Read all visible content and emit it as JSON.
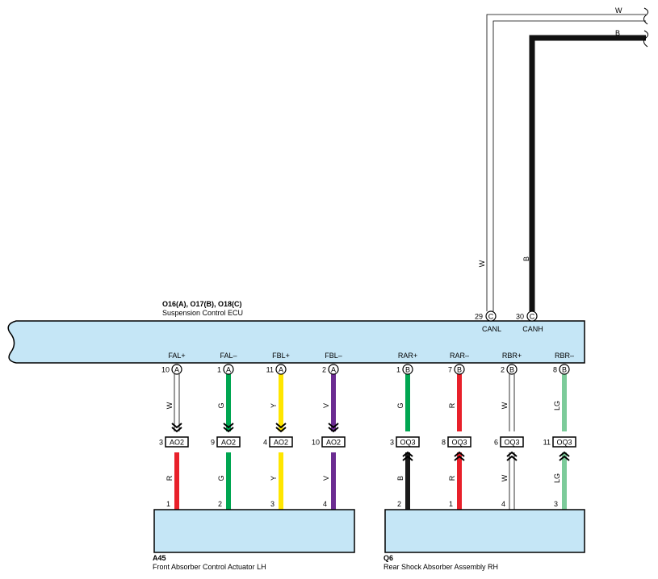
{
  "ecu": {
    "connector_codes": "O16(A), O17(B), O18(C)",
    "name": "Suspension Control ECU",
    "pins_bottom": [
      {
        "label": "FAL+",
        "pin": "10",
        "conn": "A"
      },
      {
        "label": "FAL–",
        "pin": "1",
        "conn": "A"
      },
      {
        "label": "FBL+",
        "pin": "11",
        "conn": "A"
      },
      {
        "label": "FBL–",
        "pin": "2",
        "conn": "A"
      },
      {
        "label": "RAR+",
        "pin": "1",
        "conn": "B"
      },
      {
        "label": "RAR–",
        "pin": "7",
        "conn": "B"
      },
      {
        "label": "RBR+",
        "pin": "2",
        "conn": "B"
      },
      {
        "label": "RBR–",
        "pin": "8",
        "conn": "B"
      }
    ],
    "pins_top": [
      {
        "label": "CANL",
        "pin": "29",
        "conn": "C",
        "wire": "W"
      },
      {
        "label": "CANH",
        "pin": "30",
        "conn": "C",
        "wire": "B"
      }
    ]
  },
  "top_wires": [
    {
      "color_label": "W"
    },
    {
      "color_label": "B"
    }
  ],
  "upper_wires": [
    {
      "color_label": "W",
      "color": "#ffffff"
    },
    {
      "color_label": "G",
      "color": "#00a651"
    },
    {
      "color_label": "Y",
      "color": "#ffe600"
    },
    {
      "color_label": "V",
      "color": "#6b2c91"
    },
    {
      "color_label": "G",
      "color": "#00a651"
    },
    {
      "color_label": "R",
      "color": "#e8202a"
    },
    {
      "color_label": "W",
      "color": "#ffffff"
    },
    {
      "color_label": "LG",
      "color": "#7ccb9a"
    }
  ],
  "junctions": [
    {
      "code": "AO2",
      "pin": "3"
    },
    {
      "code": "AO2",
      "pin": "9"
    },
    {
      "code": "AO2",
      "pin": "4"
    },
    {
      "code": "AO2",
      "pin": "10"
    },
    {
      "code": "OQ3",
      "pin": "3"
    },
    {
      "code": "OQ3",
      "pin": "8"
    },
    {
      "code": "OQ3",
      "pin": "6"
    },
    {
      "code": "OQ3",
      "pin": "11"
    }
  ],
  "lower_wires": [
    {
      "color_label": "R",
      "color": "#e8202a"
    },
    {
      "color_label": "G",
      "color": "#00a651"
    },
    {
      "color_label": "Y",
      "color": "#ffe600"
    },
    {
      "color_label": "V",
      "color": "#6b2c91"
    },
    {
      "color_label": "B",
      "color": "#1a1a1a"
    },
    {
      "color_label": "R",
      "color": "#e8202a"
    },
    {
      "color_label": "W",
      "color": "#ffffff"
    },
    {
      "color_label": "LG",
      "color": "#7ccb9a"
    }
  ],
  "components": [
    {
      "code": "A45",
      "name": "Front Absorber Control Actuator LH",
      "pins": [
        {
          "pin": "1",
          "label": "FAL+"
        },
        {
          "pin": "2",
          "label": "FAL–"
        },
        {
          "pin": "3",
          "label": "FBL+"
        },
        {
          "pin": "4",
          "label": "FBL–"
        }
      ]
    },
    {
      "code": "Q6",
      "name": "Rear Shock Absorber Assembly RH",
      "pins": [
        {
          "pin": "2",
          "label": "RAR+"
        },
        {
          "pin": "1",
          "label": "RAR–"
        },
        {
          "pin": "4",
          "label": "RBR+"
        },
        {
          "pin": "3",
          "label": "RBR–"
        }
      ]
    }
  ],
  "colors": {
    "box_fill": "#c5e6f6",
    "outline": "#000000"
  }
}
